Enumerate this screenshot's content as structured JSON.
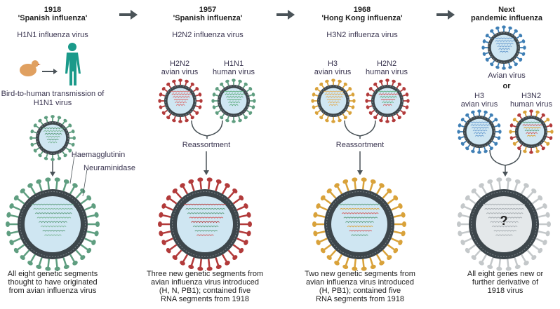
{
  "columns": [
    {
      "year": "1918",
      "name": "'Spanish influenza'",
      "subtype": "H1N1 influenza virus",
      "transmission": "Bird-to-human transmission of H1N1 virus",
      "labels": {
        "ha": "Haemagglutinin",
        "na": "Neuraminidase"
      },
      "caption": [
        "All eight genetic segments",
        "thought to have originated",
        "from avian influenza virus"
      ]
    },
    {
      "year": "1957",
      "name": "'Spanish influenza'",
      "subtype": "H2N2 influenza virus",
      "parents": [
        {
          "type": "H2N2",
          "kind": "avian virus"
        },
        {
          "type": "H1N1",
          "kind": "human virus"
        }
      ],
      "process": "Reassortment",
      "caption": [
        "Three new genetic segments from",
        "avian influenza virus introduced",
        "(H, N, PB1); contained five",
        "RNA segments from 1918"
      ]
    },
    {
      "year": "1968",
      "name": "'Hong Kong influenza'",
      "subtype": "H3N2 influenza virus",
      "parents": [
        {
          "type": "H3",
          "kind": "avian virus"
        },
        {
          "type": "H2N2",
          "kind": "human virus"
        }
      ],
      "process": "Reassortment",
      "caption": [
        "Two new genetic segments from",
        "avian influenza virus introduced",
        "(H, PB1); contained five",
        "RNA segments from 1918"
      ]
    },
    {
      "year": "Next",
      "name": "pandemic influenza",
      "option1": "Avian virus",
      "or": "or",
      "parents": [
        {
          "type": "H3",
          "kind": "avian virus"
        },
        {
          "type": "H3N2",
          "kind": "human virus"
        }
      ],
      "unknown": "?",
      "caption": [
        "All eight genes new or",
        "further derivative of",
        "1918 virus"
      ]
    }
  ],
  "colors": {
    "green": "#5f9e80",
    "red": "#b23a3a",
    "orange": "#d9a23a",
    "blue": "#3f7fb5",
    "grey": "#c4c8ca",
    "arrow": "#4a5358",
    "person": "#1a9a8a",
    "chicken": "#e0a060"
  }
}
